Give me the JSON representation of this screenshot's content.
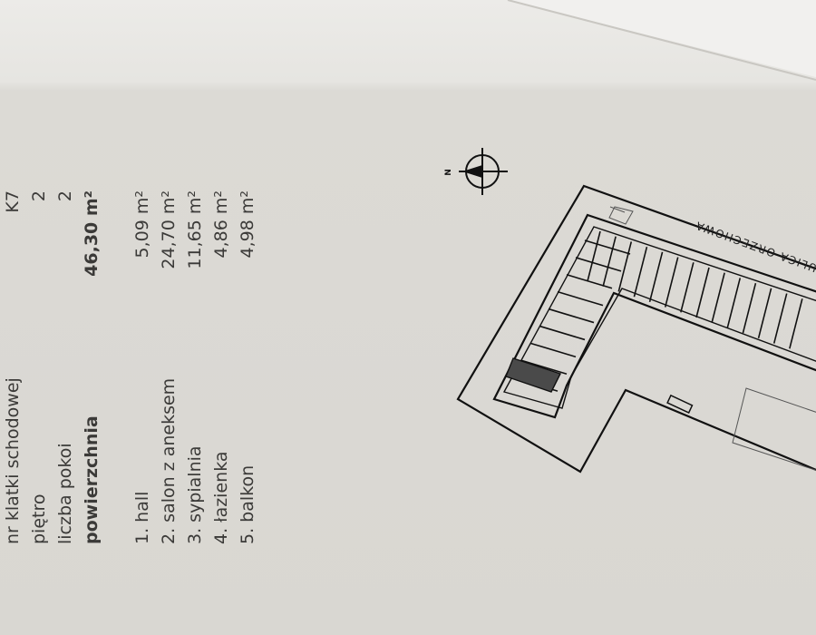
{
  "details": [
    {
      "label": "nr klatki schodowej",
      "value": "K7"
    },
    {
      "label": "piętro",
      "value": "2"
    },
    {
      "label": "liczba pokoi",
      "value": "2"
    },
    {
      "label": "powierzchnia",
      "value": "46,30 m²"
    }
  ],
  "rooms": [
    {
      "label": "1. hall",
      "value": "5,09 m²"
    },
    {
      "label": "2. salon z aneksem",
      "value": "24,70 m²"
    },
    {
      "label": "3. sypialnia",
      "value": "11,65 m²"
    },
    {
      "label": "4. łazienka",
      "value": "4,86 m²"
    },
    {
      "label": "5. balkon",
      "value": "4,98 m²"
    }
  ],
  "plan": {
    "street_label": "ULICA ORZECHOWA",
    "compass_label": "N",
    "highlight_color": "#4a4a4a"
  }
}
